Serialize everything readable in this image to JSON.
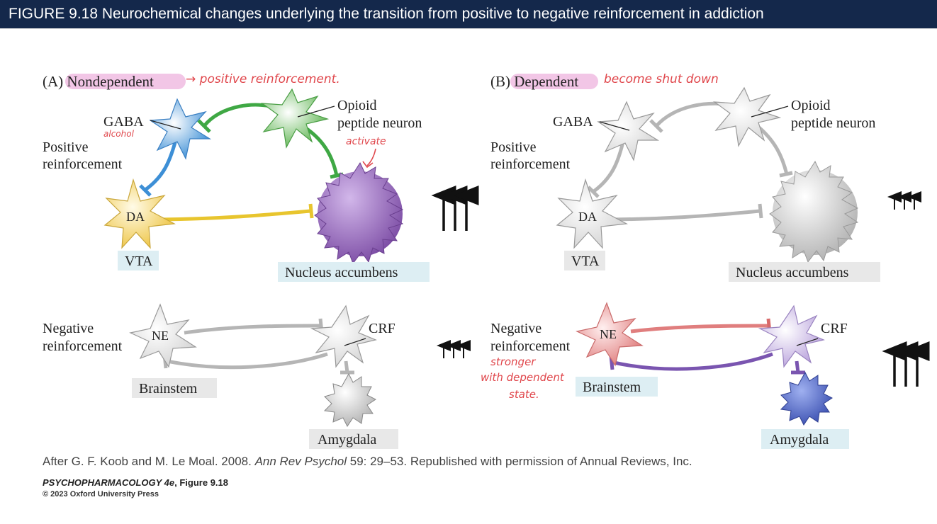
{
  "header": {
    "title": "FIGURE 9.18  Neurochemical changes underlying the transition from positive to negative reinforcement in addiction"
  },
  "panel_a": {
    "label": "(A) Nondependent",
    "note": "→ positive reinforcement.",
    "gaba": "GABA",
    "gaba_note": "alcohol",
    "opioid_line1": "Opioid",
    "opioid_line2": "peptide neuron",
    "activate_note": "activate",
    "pos_line1": "Positive",
    "pos_line2": "reinforcement",
    "da": "DA",
    "vta": "VTA",
    "nacc": "Nucleus accumbens",
    "neg_line1": "Negative",
    "neg_line2": "reinforcement",
    "ne": "NE",
    "crf": "CRF",
    "brainstem": "Brainstem",
    "amygdala": "Amygdala"
  },
  "panel_b": {
    "label": "(B) Dependent",
    "note": "become shut down",
    "gaba": "GABA",
    "opioid_line1": "Opioid",
    "opioid_line2": "peptide neuron",
    "pos_line1": "Positive",
    "pos_line2": "reinforcement",
    "da": "DA",
    "vta": "VTA",
    "nacc": "Nucleus accumbens",
    "neg_line1": "Negative",
    "neg_line2": "reinforcement",
    "neg_note_line1": "stronger",
    "neg_note_line2": "with dependent",
    "neg_note_line3": "state.",
    "ne": "NE",
    "crf": "CRF",
    "brainstem": "Brainstem",
    "amygdala": "Amygdala"
  },
  "footer": {
    "caption_prefix": "After G. F. Koob and M. Le Moal. 2008. ",
    "caption_journal": "Ann Rev Psychol",
    "caption_suffix": " 59: 29–53. Republished with permission of Annual Reviews, Inc.",
    "book": "PSYCHOPHARMACOLOGY 4e",
    "figure_ref": ", Figure 9.18",
    "copyright": "© 2023 Oxford University Press"
  },
  "colors": {
    "header_bg": "#14284b",
    "label_bg_blue": "#ddeef3",
    "label_bg_gray": "#e8e8e8",
    "highlight_pink": "#f2c6e6",
    "annotation_red": "#e0474c",
    "gaba_blue": "#5aa3e0",
    "opioid_green": "#6fbf63",
    "da_yellow": "#f2d35a",
    "nacc_purple": "#9467b5",
    "gray_neuron": "#c8c8c8",
    "ne_red": "#e88b8b",
    "crf_lilac": "#c6b4e0",
    "amygdala_blue": "#4a5fbf"
  }
}
